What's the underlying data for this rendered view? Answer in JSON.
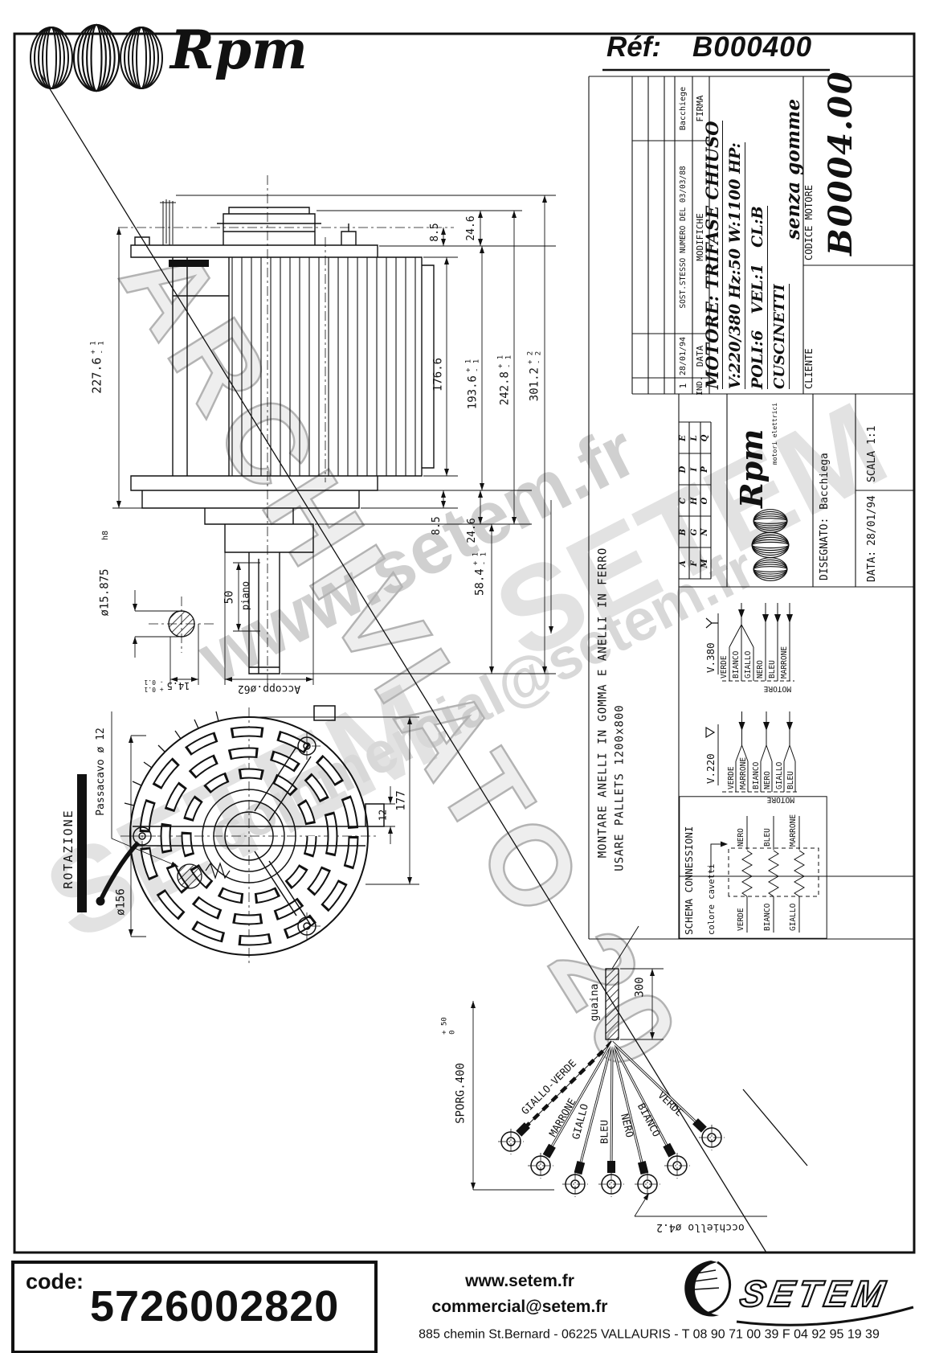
{
  "header": {
    "brand": "Rpm",
    "ref_label": "Réf:",
    "ref_value": "B000400"
  },
  "titleblock": {
    "revision": {
      "headers": {
        "ind": "IND.",
        "date": "DATA",
        "modifications": "MODIFICHE",
        "signature": "FIRMA"
      },
      "row": {
        "ind": "1",
        "date": "28/01/94",
        "modifications": "SOST.STESSO NUMERO DEL 03/03/88",
        "signature": "Bacchiege"
      }
    },
    "motor": {
      "title": "MOTORE: TRIFASE CHIUSO",
      "electrical": "V:220/380 Hz:50 W:1100 HP:",
      "poles": "POLI:6",
      "speed": "VEL:1",
      "insulation_class": "CL:B",
      "bearings": "CUSCINETTI",
      "note": "senza gomme"
    },
    "client_label": "CLIENTE",
    "motor_code_label": "CODICE MOTORE",
    "motor_code_value": "B0004.00",
    "grid_letters": [
      "A",
      "B",
      "C",
      "D",
      "E",
      "F",
      "G",
      "H",
      "I",
      "L",
      "M",
      "N",
      "O",
      "P",
      "Q"
    ],
    "logo": {
      "brand": "Rpm",
      "subtitle": "motori elettrici"
    },
    "drawn_label": "DISEGNATO:",
    "drawn_value": "Bacchiega",
    "date_label": "DATA:",
    "date_value": "28/01/94",
    "scale": "SCALA 1:1"
  },
  "side_view": {
    "dim_total_height": "227.6",
    "dim_total_height_tol": "+ 1\n- 1",
    "dim_top_flange": "8.5",
    "dim_top_boss": "24.6",
    "dim_body": "176.6",
    "dim_193": "193.6",
    "dim_193_tol": "+ 1\n- 1",
    "dim_242": "242.8",
    "dim_242_tol": "+ 1\n- 1",
    "dim_301": "301.2",
    "dim_301_tol": "+ 2\n- 2",
    "dim_bot_flange": "8.5",
    "dim_bot_boss": "24.6",
    "dim_shaft_len": "58.4",
    "dim_shaft_len_tol": "+ 1\n- 1",
    "dim_flat_len": "50",
    "flat_label": "piano",
    "dim_coupling": "Accopp.ø62",
    "dim_shaft_dia": "ø15.875",
    "shaft_fit": "h8",
    "dim_flat_width": "14.5",
    "dim_flat_width_tol": "+ 0.1\n- 0.1"
  },
  "front_view": {
    "rotation_label": "ROTAZIONE",
    "cable_gland_label": "Passacavo ø 12",
    "dim_diameter": "ø156",
    "dim_height": "177",
    "dim_tab": "12"
  },
  "notes": {
    "line1": "MONTARE ANELLI IN GOMMA E ANELLI IN FERRO",
    "line2": "USARE PALLETS 1200x800"
  },
  "wiring": {
    "v380": {
      "title": "V.380",
      "motor_label": "MOTORE",
      "wires": [
        "VERDE",
        "BIANCO",
        "GIALLO",
        "NERO",
        "BLEU",
        "MARRONE"
      ]
    },
    "v220": {
      "title": "V.220",
      "motor_label": "MOTORE",
      "wires": [
        "VERDE",
        "MARRONE",
        "BIANCO",
        "NERO",
        "GIALLO",
        "BLEU"
      ]
    },
    "schema": {
      "title": "SCHEMA CONNESSIONI",
      "wire_color_label": "colore cavetti",
      "pairs": [
        {
          "left": "VERDE",
          "right": "NERO"
        },
        {
          "left": "BIANCO",
          "right": "BLEU"
        },
        {
          "left": "GIALLO",
          "right": "MARRONE"
        }
      ]
    }
  },
  "cable": {
    "sheath_label": "guaina",
    "dim_sheath": "300",
    "dim_protrusion": "SPORG.400",
    "dim_protrusion_tol": "+ 50\n0",
    "wires": [
      "GIALLO-VERDE",
      "MARRONE",
      "GIALLO",
      "BLEU",
      "NERO",
      "BIANCO",
      "VERDE"
    ],
    "eyelet_label": "occhiello ø4.2"
  },
  "footer": {
    "code_label": "code:",
    "code_value": "5726002820",
    "website": "www.setem.fr",
    "email": "commercial@setem.fr",
    "address": "885 chemin St.Bernard  -  06225 VALLAURIS  -  T 08 90 71 00 39   F 04 92 95 19 39",
    "brand": "SETEM"
  },
  "watermarks": {
    "website": "www.setem.fr",
    "brand": "SETEM",
    "email": "commercial@setem.fr",
    "stamp": "ARCHIVIATO 20"
  }
}
